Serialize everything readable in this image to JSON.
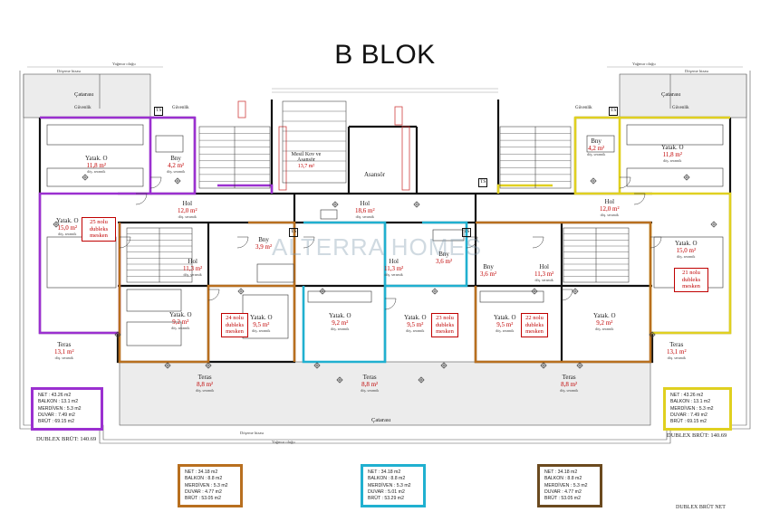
{
  "title": "B BLOK",
  "watermark": "ALTERRA HOMES",
  "colors": {
    "purple": "#9b30d0",
    "yellow": "#e0d020",
    "brown": "#b86f1f",
    "cyan": "#20b0d0",
    "red_text": "#c00000",
    "wall": "#111111"
  },
  "edge_labels": {
    "cikma_siniri_top_left": "Döşeme hizası",
    "yagmur_olugu_top_left": "Yağmur oluğu",
    "yagmur_olugu_top_right": "Yağmur oluğu",
    "cikma_siniri_top_right": "Döşeme hizası",
    "cikma_siniri_bottom": "Döşeme hizası",
    "yagmur_olugu_bottom": "Yağmur oluğu"
  },
  "rooms": {
    "catarasi_left": {
      "name": "Çatarası"
    },
    "catarasi_right": {
      "name": "Çatarası"
    },
    "catarasi_bottom": {
      "name": "Çatarası"
    },
    "guvenlik_1": {
      "name": "Güvenlik"
    },
    "guvenlik_2": {
      "name": "Güvenlik"
    },
    "guvenlik_3": {
      "name": "Güvenlik"
    },
    "guvenlik_4": {
      "name": "Güvenlik"
    },
    "yatak_l1": {
      "name": "Yatak. O",
      "area": "11,8 m²",
      "floor": "döş. seramik"
    },
    "bny_l": {
      "name": "Bny",
      "area": "4,2 m²",
      "floor": "döş. seramik"
    },
    "hol_l1": {
      "name": "Hol",
      "area": "12,0 m²",
      "floor": "döş. seramik"
    },
    "yatak_l2": {
      "name": "Yatak. O",
      "area": "15,0 m²",
      "floor": "döş. seramik"
    },
    "hol_c": {
      "name": "Hol",
      "area": "18,6 m²",
      "floor": "döş. seramik"
    },
    "mesh": {
      "name": "Mesil Kov ve Asansör",
      "area": "13,7 m²",
      "floor": ""
    },
    "asansor": {
      "name": "Asansör",
      "area": "",
      "floor": ""
    },
    "yatak_r1": {
      "name": "Yatak. O",
      "area": "11,8 m²",
      "floor": "döş. seramik"
    },
    "bny_r": {
      "name": "Bny",
      "area": "4,2 m²",
      "floor": "döş. seramik"
    },
    "hol_r1": {
      "name": "Hol",
      "area": "12,0 m²",
      "floor": "döş. seramik"
    },
    "yatak_r2": {
      "name": "Yatak. O",
      "area": "15,0 m²",
      "floor": "döş. seramik"
    },
    "bny_a": {
      "name": "Bny",
      "area": "3,9 m²",
      "floor": "döş. seramik"
    },
    "hol_a": {
      "name": "Hol",
      "area": "11,3 m²",
      "floor": "döş. seramik"
    },
    "yatak_a1": {
      "name": "Yatak. O",
      "area": "9,2 m²",
      "floor": "döş. seramik"
    },
    "yatak_a2": {
      "name": "Yatak. O",
      "area": "9,5 m²",
      "floor": "döş. seramik"
    },
    "hol_b": {
      "name": "Hol",
      "area": "11,3 m²",
      "floor": "döş. seramik"
    },
    "yatak_b1": {
      "name": "Yatak. O",
      "area": "9,2 m²",
      "floor": "döş. seramik"
    },
    "bny_b": {
      "name": "Bny",
      "area": "3,6 m²",
      "floor": "döş. seramik"
    },
    "yatak_b2": {
      "name": "Yatak. O",
      "area": "9,5 m²",
      "floor": "döş. seramik"
    },
    "bny_c": {
      "name": "Bny",
      "area": "3,6 m²",
      "floor": "döş. seramik"
    },
    "hol_d": {
      "name": "Hol",
      "area": "11,3 m²",
      "floor": "döş. seramik"
    },
    "yatak_c1": {
      "name": "Yatak. O",
      "area": "9,5 m²",
      "floor": "döş. seramik"
    },
    "yatak_c2": {
      "name": "Yatak. O",
      "area": "9,2 m²",
      "floor": "döş. seramik"
    },
    "teras_l": {
      "name": "Teras",
      "area": "13,1 m²",
      "floor": "döş. seramik"
    },
    "teras_r": {
      "name": "Teras",
      "area": "13,1 m²",
      "floor": "döş. seramik"
    },
    "teras_1": {
      "name": "Teras",
      "area": "8,8 m²",
      "floor": "döş. seramik"
    },
    "teras_2": {
      "name": "Teras",
      "area": "8,8 m²",
      "floor": "döş. seramik"
    },
    "teras_3": {
      "name": "Teras",
      "area": "8,8 m²",
      "floor": "döş. seramik"
    }
  },
  "notes": {
    "n25a": "25 nolu dubleks mesken",
    "n21": "21 nolu dubleks mesken",
    "n24": "24 nolu dubleks mesken",
    "n23": "23 nolu dubleks mesken",
    "n22": "22 nolu dubleks mesken"
  },
  "info_boxes": {
    "left": [
      "NET : 43.26 m2",
      "BALKON : 13.1 m2",
      "MERDİVEN : 5.3 m2",
      "DUVAR : 7.49 m2",
      "BRÜT : 69.15 m2"
    ],
    "right": [
      "NET : 43.26 m2",
      "BALKON : 13.1 m2",
      "MERDİVEN : 5.3 m2",
      "DUVAR : 7.49 m2",
      "BRÜT : 69.15 m2"
    ],
    "b1": [
      "NET : 34.18 m2",
      "BALKON : 8.8 m2",
      "MERDİVEN : 5.3 m2",
      "DUVAR : 4.77 m2",
      "BRÜT : 53.05 m2"
    ],
    "b2": [
      "NET : 34.18 m2",
      "BALKON : 8.8 m2",
      "MERDİVEN : 5.3 m2",
      "DUVAR : 5.01 m2",
      "BRÜT : 53.29 m2"
    ],
    "b3": [
      "NET : 34.18 m2",
      "BALKON : 8.8 m2",
      "MERDİVEN : 5.3 m2",
      "DUVAR : 4.77 m2",
      "BRÜT : 53.05 m2"
    ]
  },
  "captions": {
    "dublex_left": "DUBLEX BRÜT: 140.69",
    "dublex_right": "DUBLEX BRÜT: 140.69",
    "bottom_right": "DUBLEX BRÜT NET"
  },
  "ts_labels": [
    "TS",
    "TS",
    "TS",
    "TS",
    "TS"
  ]
}
